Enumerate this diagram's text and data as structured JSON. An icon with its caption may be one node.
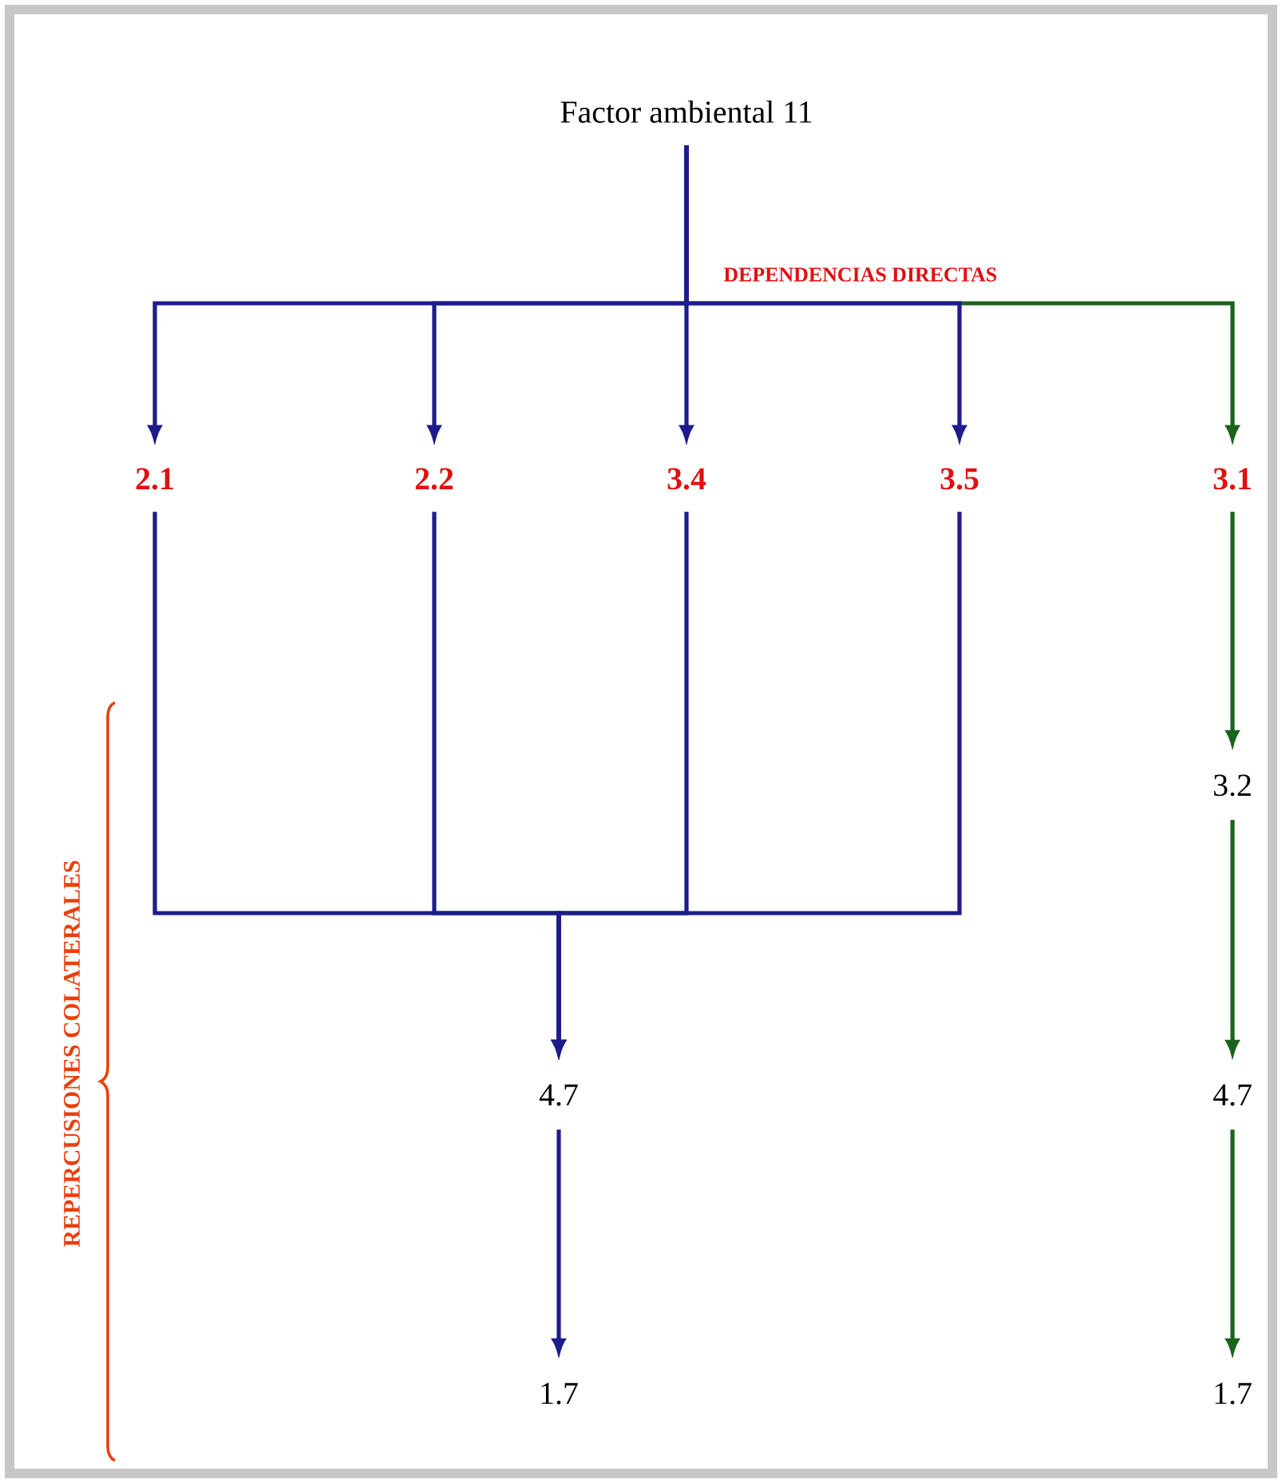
{
  "diagram": {
    "nodes": [
      {
        "text": [
          "Factor ambiental 11"
        ]
      },
      {
        "text": [
          "2.1"
        ]
      },
      {
        "text": [
          "2.2"
        ]
      },
      {
        "text": [
          "3.4"
        ]
      },
      {
        "text": [
          "3.5"
        ]
      },
      {
        "text": [
          "3.1"
        ]
      },
      {
        "text": [
          "3.2"
        ]
      },
      {
        "text": [
          "4.7"
        ]
      },
      {
        "text": [
          "4.7"
        ]
      },
      {
        "text": [
          "1.7"
        ]
      },
      {
        "text": [
          "1.7"
        ]
      }
    ],
    "edges": [
      {
        "from": 0,
        "to": 1,
        "arrow": "to"
      },
      {
        "from": 0,
        "to": 2,
        "arrow": "to"
      },
      {
        "from": 0,
        "to": 3,
        "arrow": "to"
      },
      {
        "from": 0,
        "to": 4,
        "arrow": "to"
      },
      {
        "from": 0,
        "to": 5,
        "arrow": "to",
        "color": "#1b631b"
      },
      {
        "from": 1,
        "to": 7,
        "arrow": "to"
      },
      {
        "from": 2,
        "to": 7,
        "arrow": "to"
      },
      {
        "from": 3,
        "to": 7,
        "arrow": "to"
      },
      {
        "from": 4,
        "to": 7,
        "arrow": "to"
      },
      {
        "from": 7,
        "to": 9,
        "arrow": "to"
      },
      {
        "from": 5,
        "to": 6,
        "arrow": "to",
        "color": "#1b631b"
      },
      {
        "from": 6,
        "to": 8,
        "arrow": "to",
        "color": "#1b631b"
      },
      {
        "from": 8,
        "to": 10,
        "arrow": "to",
        "color": "#1b631b"
      }
    ],
    "labels": [
      "DEPENDENCIAS DIRECTAS",
      "REPERCUSIONES COLATERALES"
    ]
  }
}
